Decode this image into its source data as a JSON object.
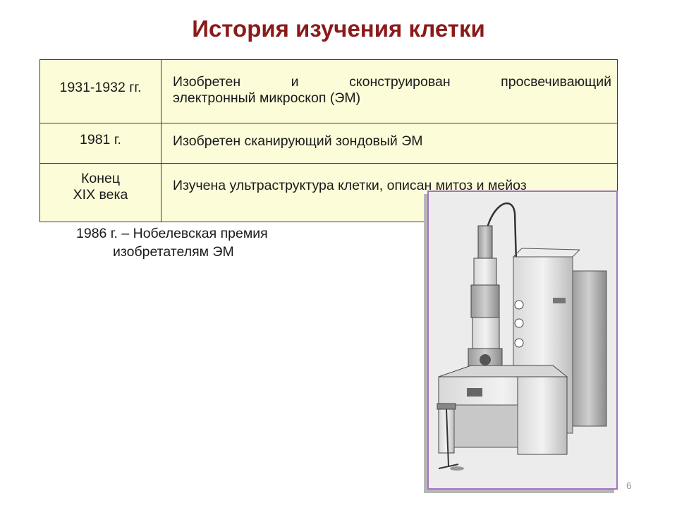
{
  "title": "История изучения клетки",
  "table": {
    "rows": [
      {
        "year": "1931-1932 гг.",
        "event_line1": "Изобретен и сконструирован просвечивающий",
        "event_line2": "электронный микроскоп (ЭМ)"
      },
      {
        "year": "1981 г.",
        "event": "Изобретен сканирующий зондовый ЭМ"
      },
      {
        "year_line1": "Конец",
        "year_line2": "XIX века",
        "event": "Изучена ультраструктура клетки, описан митоз и мейоз"
      }
    ]
  },
  "note": {
    "line1": "1986 г. – Нобелевская премия",
    "line2": "изобретателям ЭМ"
  },
  "page_number": "6"
}
